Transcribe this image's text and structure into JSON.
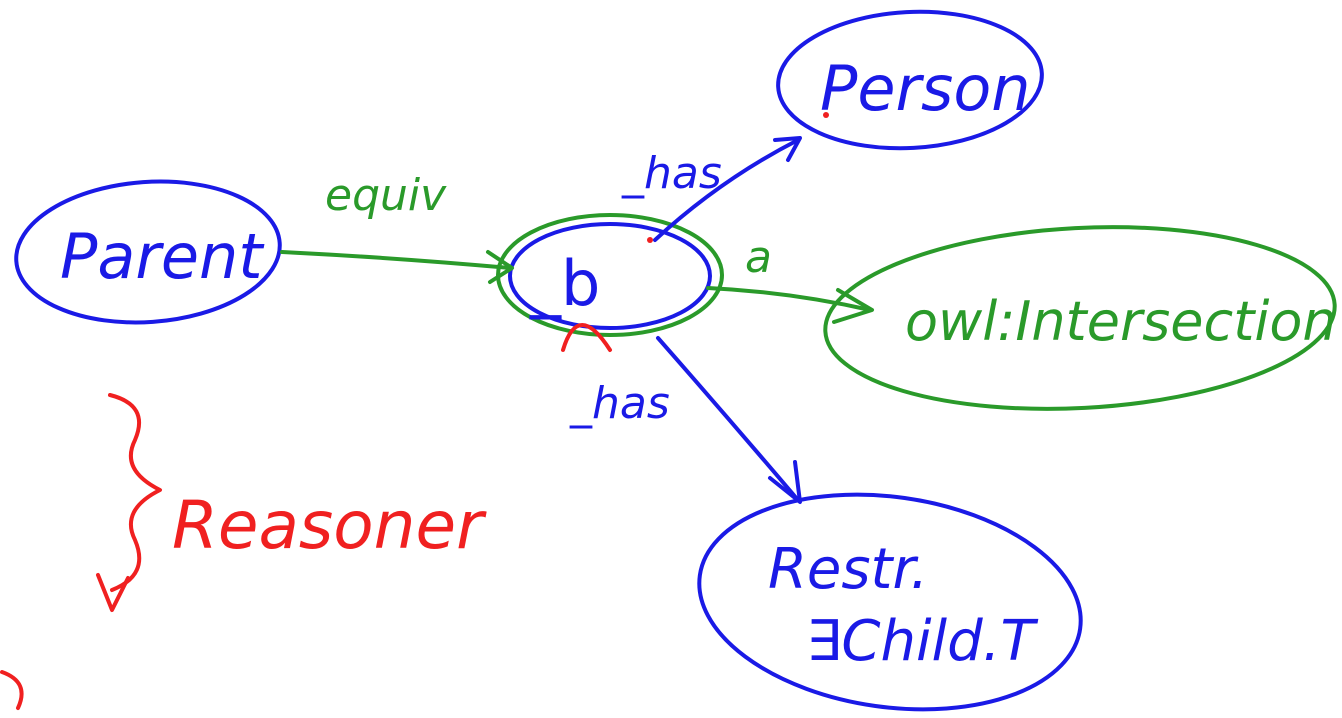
{
  "colors": {
    "blue": "#1a1ae6",
    "green": "#2a9a2a",
    "red": "#f02020"
  },
  "nodes": {
    "parent": "Parent",
    "blank": "_b",
    "person": "Person",
    "intersection": "owl:Intersection",
    "restriction_line1": "Restr.",
    "restriction_line2": "∃Child.T"
  },
  "edges": {
    "equiv": "equiv",
    "has_person": "_has",
    "a": "a",
    "has_restr": "_has"
  },
  "annotation": {
    "reasoner": "Reasoner"
  }
}
